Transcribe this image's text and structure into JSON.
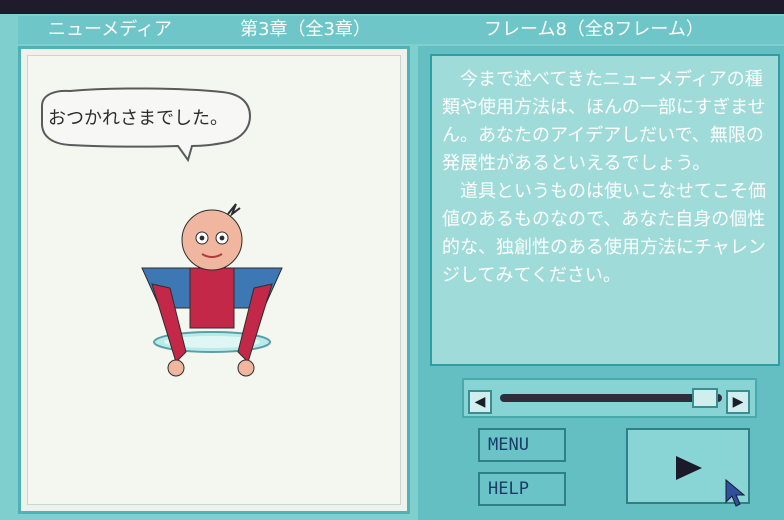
{
  "header": {
    "title": "ニューメディア",
    "chapter": "第3章（全3章）",
    "frame": "フレーム8（全8フレーム）"
  },
  "speech_bubble": {
    "text": "おつかれさまでした。"
  },
  "content": {
    "paragraph1": "今まで述べてきたニューメディアの種類や使用方法は、ほんの一部にすぎません。あなたのアイデアしだいで、無限の発展性があるといえるでしょう。",
    "paragraph2": "道具というものは使いこなせてこそ価値のあるものなので、あなた自身の個性的な、独創性のある使用方法にチャレンジしてみてください。"
  },
  "controls": {
    "menu_label": "MENU",
    "help_label": "HELP",
    "left_arrow": "◀",
    "right_arrow": "▶",
    "slider_position": 0.92
  },
  "colors": {
    "frame": "#7fcfcf",
    "panel": "#9edbd9",
    "accent": "#2f7f85"
  }
}
